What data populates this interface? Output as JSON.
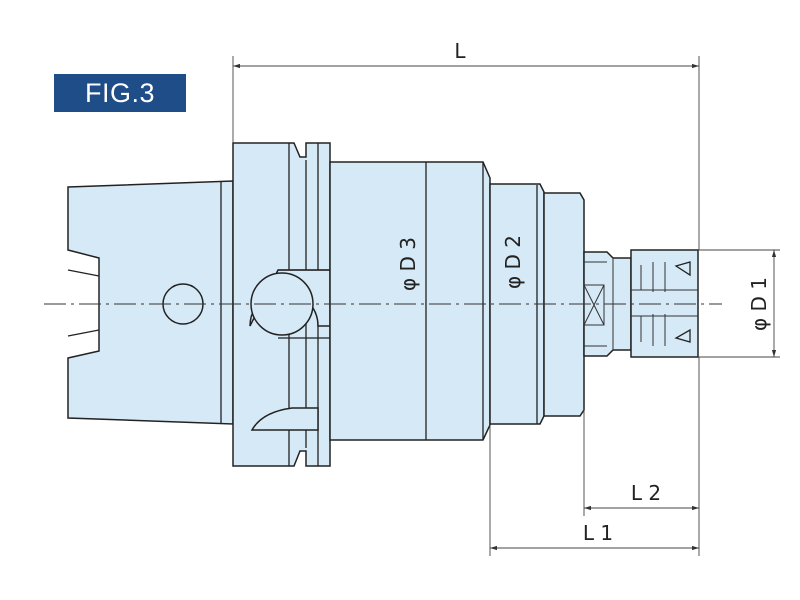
{
  "figure": {
    "label": "FIG.3"
  },
  "dimensions": {
    "overall_length": "L",
    "length_1": "L 1",
    "length_2": "L 2",
    "diameter_1": "φ D 1",
    "diameter_2": "φ D 2",
    "diameter_3": "φ D 3"
  },
  "colors": {
    "badge": "#1e4d87",
    "part_fill": "#d6e9f6",
    "outline": "#222222"
  }
}
